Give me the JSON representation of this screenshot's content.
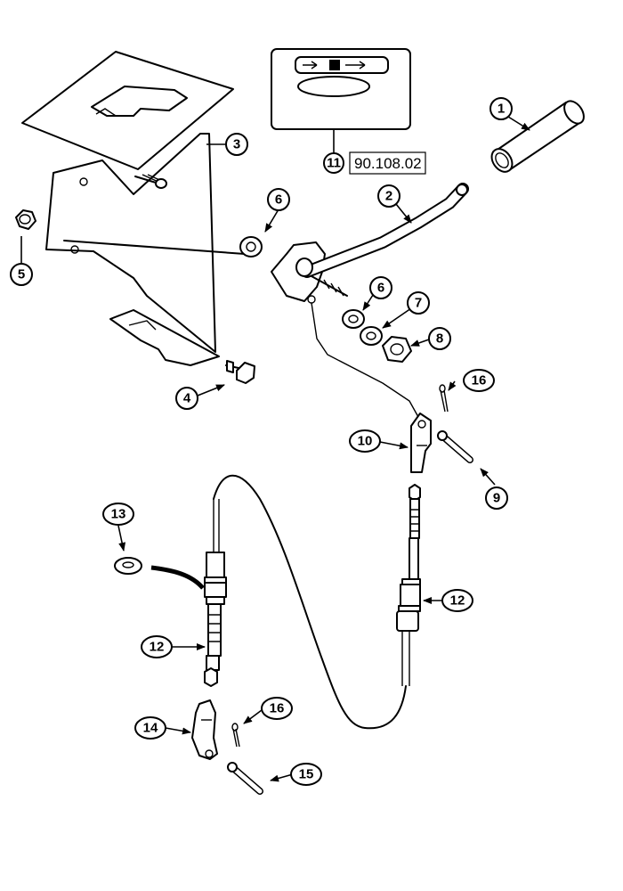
{
  "figure_reference": "90.108.02",
  "callouts": {
    "c1": "1",
    "c2": "2",
    "c3": "3",
    "c4": "4",
    "c5": "5",
    "c6a": "6",
    "c6b": "6",
    "c7": "7",
    "c8": "8",
    "c9": "9",
    "c10": "10",
    "c11": "11",
    "c12a": "12",
    "c12b": "12",
    "c13": "13",
    "c14": "14",
    "c15": "15",
    "c16a": "16",
    "c16b": "16"
  }
}
